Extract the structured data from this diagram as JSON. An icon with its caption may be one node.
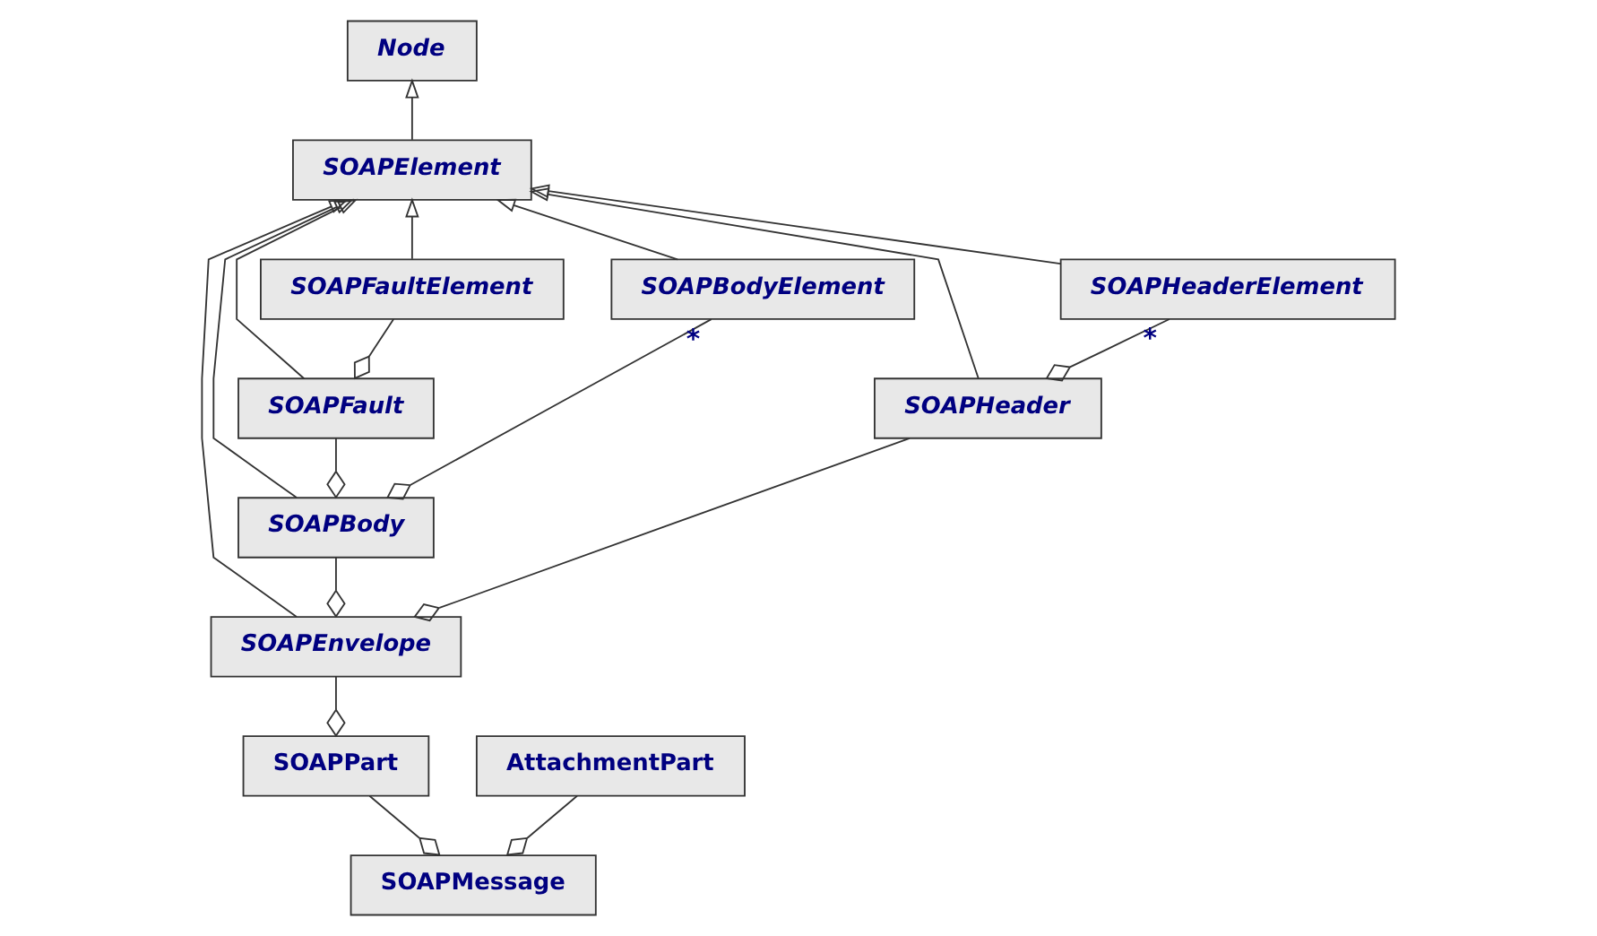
{
  "diagram": {
    "nodes": [
      {
        "text": [
          "SOAPPart"
        ]
      },
      {
        "text": [
          "SOAPMessage"
        ]
      },
      {
        "text": [
          "AttachmentPart"
        ]
      },
      {
        "text": [
          "Node"
        ]
      },
      {
        "text": [
          "SOAPElement"
        ]
      },
      {
        "text": [
          "SOAPFault"
        ]
      },
      {
        "text": [
          "SOAPFaultElement"
        ]
      },
      {
        "text": [
          "SOAPBody"
        ]
      },
      {
        "text": [
          "SOAPHeader"
        ]
      },
      {
        "text": [
          "SOAPBodyElement"
        ]
      },
      {
        "text": [
          "SOAPHeaderElement"
        ]
      },
      {
        "text": [
          "SOAPEnvelope"
        ]
      }
    ],
    "edges": [
      {
        "from": 1,
        "to": 0,
        "arrow": "other"
      },
      {
        "from": 1,
        "to": 2,
        "arrow": "other"
      },
      {
        "from": 0,
        "to": 11,
        "arrow": "other"
      },
      {
        "from": 4,
        "to": 3,
        "arrow": "to"
      },
      {
        "from": 5,
        "to": 4,
        "arrow": "to"
      },
      {
        "from": 6,
        "to": 4,
        "arrow": "to"
      },
      {
        "from": 7,
        "to": 4,
        "arrow": "to"
      },
      {
        "from": 9,
        "to": 4,
        "arrow": "to"
      },
      {
        "from": 11,
        "to": 4,
        "arrow": "to"
      },
      {
        "from": 10,
        "to": 4,
        "arrow": "to"
      },
      {
        "from": 8,
        "to": 4,
        "arrow": "to"
      },
      {
        "from": 7,
        "to": 5,
        "arrow": "other"
      },
      {
        "from": 5,
        "to": 6,
        "arrow": "other"
      },
      {
        "from": 7,
        "to": 9,
        "arrow": "other",
        "label": "*"
      },
      {
        "from": 8,
        "to": 10,
        "arrow": "other",
        "label": "*"
      },
      {
        "from": 11,
        "to": 7,
        "arrow": "other"
      },
      {
        "from": 11,
        "to": 8,
        "arrow": "other"
      }
    ]
  }
}
